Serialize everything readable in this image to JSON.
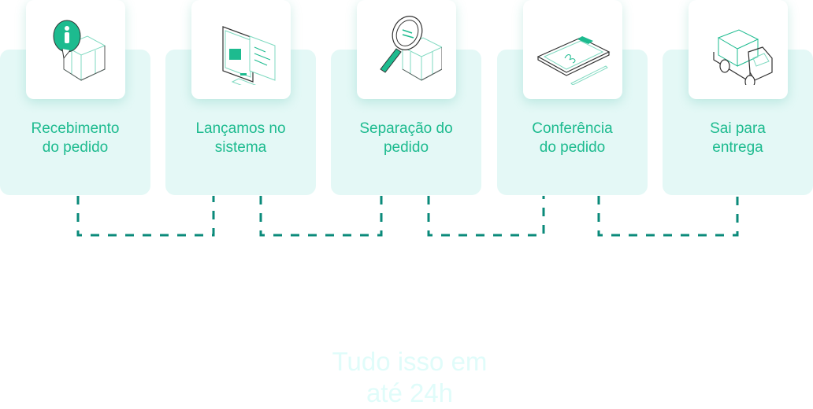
{
  "colors": {
    "card_bg": "#e4f8f6",
    "accent": "#1dbb8f",
    "connector": "#0a8a7a",
    "footer_text": "#e0fcfa"
  },
  "steps": [
    {
      "icon": "package-info-icon",
      "line1": "Recebimento",
      "line2": "do pedido"
    },
    {
      "icon": "computer-monitor-icon",
      "line1": "Lançamos no",
      "line2": "sistema"
    },
    {
      "icon": "magnifier-package-icon",
      "line1": "Separação do",
      "line2": "pedido"
    },
    {
      "icon": "clipboard-icon",
      "line1": "Conferência",
      "line2": "do pedido"
    },
    {
      "icon": "delivery-truck-icon",
      "line1": "Sai para",
      "line2": "entrega"
    }
  ],
  "footer": {
    "line1": "Tudo isso em",
    "line2": "até 24h"
  }
}
